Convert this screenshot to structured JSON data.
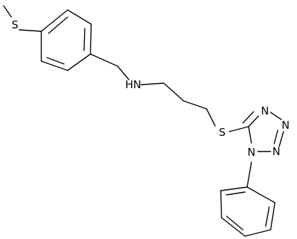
{
  "atoms": {
    "s_methyl": "S",
    "nh": "HN",
    "s_thio": "S",
    "n1": "N",
    "n2": "N",
    "n3": "N",
    "n4": "N"
  },
  "colors": {
    "bond": "#000000",
    "label": "#000000",
    "background": "#ffffff"
  }
}
